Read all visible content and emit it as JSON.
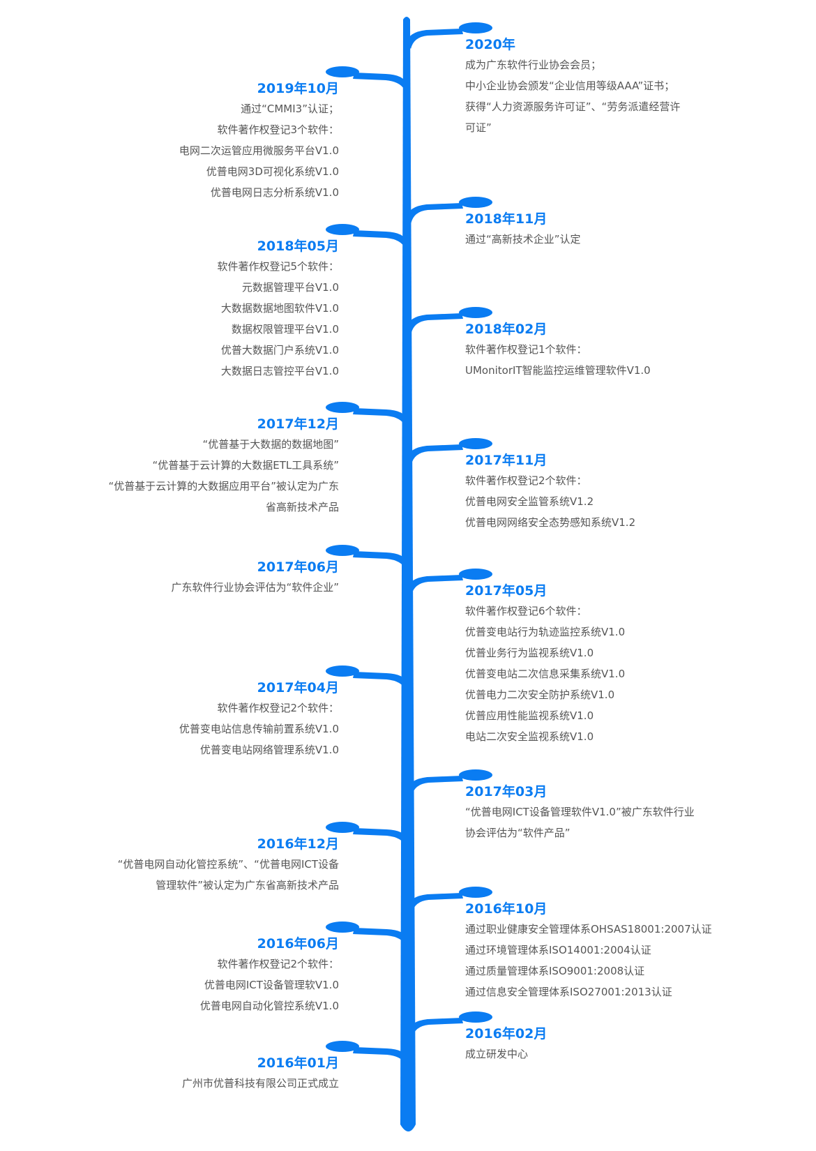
{
  "colors": {
    "accent": "#0a7cf2",
    "text": "#555555",
    "background": "#ffffff"
  },
  "timeline": {
    "right": [
      {
        "date": "2020年",
        "lines": [
          "成为广东软件行业协会会员；",
          "中小企业协会颁发“企业信用等级AAA”证书；",
          "获得“人力资源服务许可证”、“劳务派遣经营许",
          "可证”"
        ]
      },
      {
        "date": "2018年11月",
        "lines": [
          "通过“高新技术企业”认定"
        ]
      },
      {
        "date": "2018年02月",
        "lines": [
          "软件著作权登记1个软件：",
          "UMonitorIT智能监控运维管理软件V1.0"
        ]
      },
      {
        "date": "2017年11月",
        "lines": [
          "软件著作权登记2个软件：",
          "优普电网安全监管系统V1.2",
          "优普电网网络安全态势感知系统V1.2"
        ]
      },
      {
        "date": "2017年05月",
        "lines": [
          "软件著作权登记6个软件：",
          "优普变电站行为轨迹监控系统V1.0",
          "优普业务行为监视系统V1.0",
          "优普变电站二次信息采集系统V1.0",
          "优普电力二次安全防护系统V1.0",
          "优普应用性能监视系统V1.0",
          "电站二次安全监视系统V1.0"
        ]
      },
      {
        "date": "2017年03月",
        "lines": [
          " “优普电网ICT设备管理软件V1.0”被广东软件行业",
          "协会评估为“软件产品”"
        ]
      },
      {
        "date": "2016年10月",
        "lines": [
          "通过职业健康安全管理体系OHSAS18001:2007认证",
          "通过环境管理体系ISO14001:2004认证",
          "通过质量管理体系ISO9001:2008认证",
          "通过信息安全管理体系ISO27001:2013认证"
        ]
      },
      {
        "date": "2016年02月",
        "lines": [
          "成立研发中心"
        ]
      }
    ],
    "left": [
      {
        "date": "2019年10月",
        "lines": [
          "通过“CMMI3”认证；",
          "软件著作权登记3个软件：",
          "电网二次运管应用微服务平台V1.0",
          "优普电网3D可视化系统V1.0",
          "优普电网日志分析系统V1.0"
        ]
      },
      {
        "date": "2018年05月",
        "lines": [
          "软件著作权登记5个软件：",
          "元数据管理平台V1.0",
          "大数据数据地图软件V1.0",
          "数据权限管理平台V1.0",
          "优普大数据门户系统V1.0",
          "大数据日志管控平台V1.0"
        ]
      },
      {
        "date": "2017年12月",
        "lines": [
          "“优普基于大数据的数据地图”",
          "“优普基于云计算的大数据ETL工具系统”",
          "“优普基于云计算的大数据应用平台”被认定为广东",
          "省高新技术产品"
        ]
      },
      {
        "date": "2017年06月",
        "lines": [
          "广东软件行业协会评估为“软件企业”"
        ]
      },
      {
        "date": "2017年04月",
        "lines": [
          "软件著作权登记2个软件：",
          "优普变电站信息传输前置系统V1.0",
          "优普变电站网络管理系统V1.0"
        ]
      },
      {
        "date": "2016年12月",
        "lines": [
          "“优普电网自动化管控系统”、“优普电网ICT设备",
          "管理软件”被认定为广东省高新技术产品"
        ]
      },
      {
        "date": "2016年06月",
        "lines": [
          "软件著作权登记2个软件：",
          "优普电网ICT设备管理软V1.0",
          "优普电网自动化管控系统V1.0"
        ]
      },
      {
        "date": "2016年01月",
        "lines": [
          "广州市优普科技有限公司正式成立"
        ]
      }
    ]
  }
}
